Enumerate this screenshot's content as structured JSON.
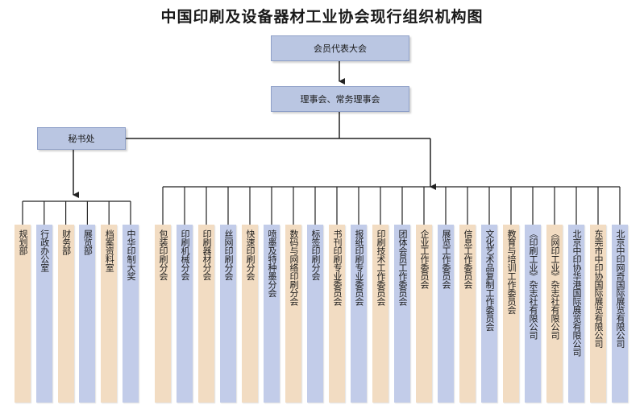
{
  "title": "中国印刷及设备器材工业协会现行组织机构图",
  "top_box": "会员代表大会",
  "council_box": "理事会、常务理事会",
  "secretariat_box": "秘书处",
  "secretariat_departments": [
    "规划部",
    "行政办公室",
    "财务部",
    "展览部",
    "档案资料室",
    "中华印制大奖"
  ],
  "branches": [
    "包装印刷分会",
    "印刷机械分会",
    "印刷器材分会",
    "丝网印刷分会",
    "快速印刷分会",
    "喷墨及特种墨分会",
    "数码与网络印刷分会",
    "标签印刷分会",
    "书刊印刷专业委员会",
    "报纸印刷专业委员会",
    "印刷技术工作委员会",
    "团体会员工作委员会",
    "企业工作委员会",
    "展览工作委员会",
    "信息工作委员会",
    "文化艺术品复制工作委员会",
    "教育与培训工作委员会",
    "《印刷工业》杂志社有限公司",
    "《网印工业》杂志社有限公司",
    "北京中印协华港国际展览有限公司",
    "东莞市中印协国际展览有限公司",
    "北京中印网奇国际展览有限公司"
  ],
  "colors": {
    "box": "#bac6e2",
    "peach": "#f2dcc2",
    "blue": "#c2cce9",
    "line": "#222222"
  }
}
